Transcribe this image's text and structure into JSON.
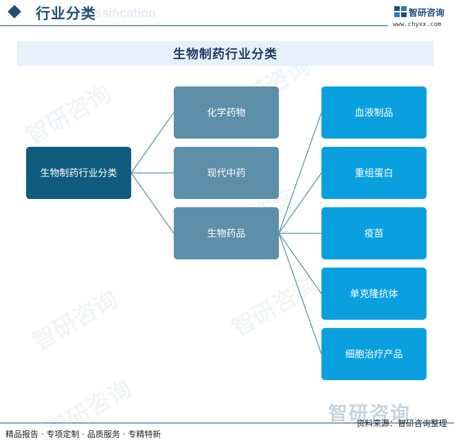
{
  "header": {
    "title": "行业分类",
    "title_en": "Classification",
    "brand_name": "智研咨询",
    "brand_url": "www.chyxx.com",
    "logo_icon": "chyxx-logo-icon"
  },
  "banner": {
    "title": "生物制药行业分类"
  },
  "diagram": {
    "root": "生物制药行业分类",
    "level1": [
      "化学药物",
      "现代中药",
      "生物药品"
    ],
    "level2": [
      "血液制品",
      "重组蛋白",
      "疫苗",
      "单克隆抗体",
      "细胞治疗产品"
    ],
    "expanded_parent": "生物药品"
  },
  "watermark": {
    "text": "智研咨询"
  },
  "footer": {
    "tagline": "精品报告 · 专项定制 · 品质服务 · 专精特新",
    "source": "资料来源：智研咨询整理",
    "brand_mark": "智研咨询"
  },
  "colors": {
    "primary": "#1f4e79",
    "root_node": "#0f5c7e",
    "mid_node": "#5d8fa8",
    "leaf_node": "#0aa0e0",
    "banner_bg": "#e6f1fb",
    "connector": "#5d8fa8"
  }
}
